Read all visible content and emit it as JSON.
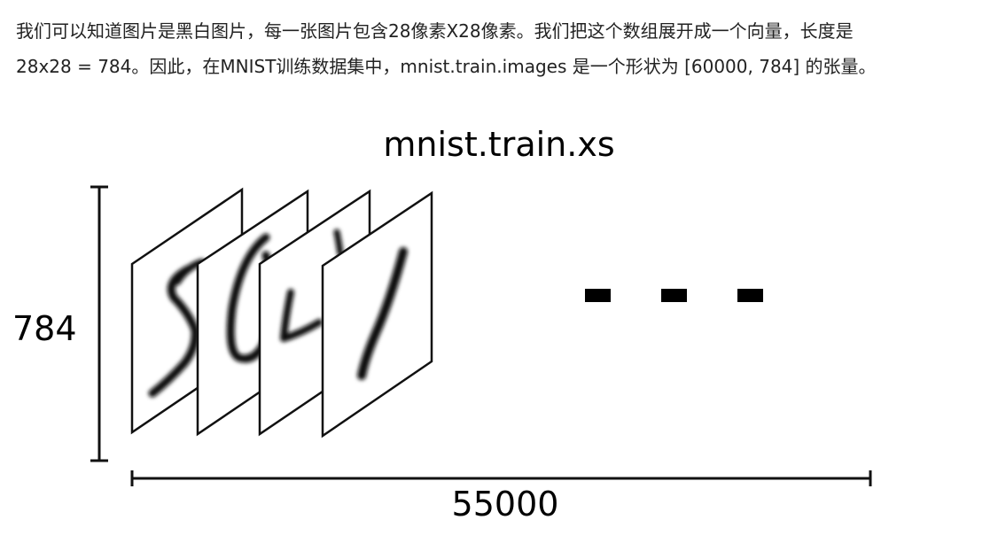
{
  "paragraph": {
    "line1": "我们可以知道图片是黑白图片，每一张图片包含28像素X28像素。我们把这个数组展开成一个向量，长度是",
    "line2": "28x28 = 784。因此，在MNIST训练数据集中，mnist.train.images 是一个形状为 [60000, 784] 的张量。"
  },
  "figure": {
    "title": "mnist.train.xs",
    "vertical_label": "784",
    "horizontal_label": "55000",
    "digit_cards": [
      {
        "name": "digit-card-5"
      },
      {
        "name": "digit-card-0"
      },
      {
        "name": "digit-card-4"
      },
      {
        "name": "digit-card-1"
      }
    ],
    "ellipsis_dashes": 3
  }
}
